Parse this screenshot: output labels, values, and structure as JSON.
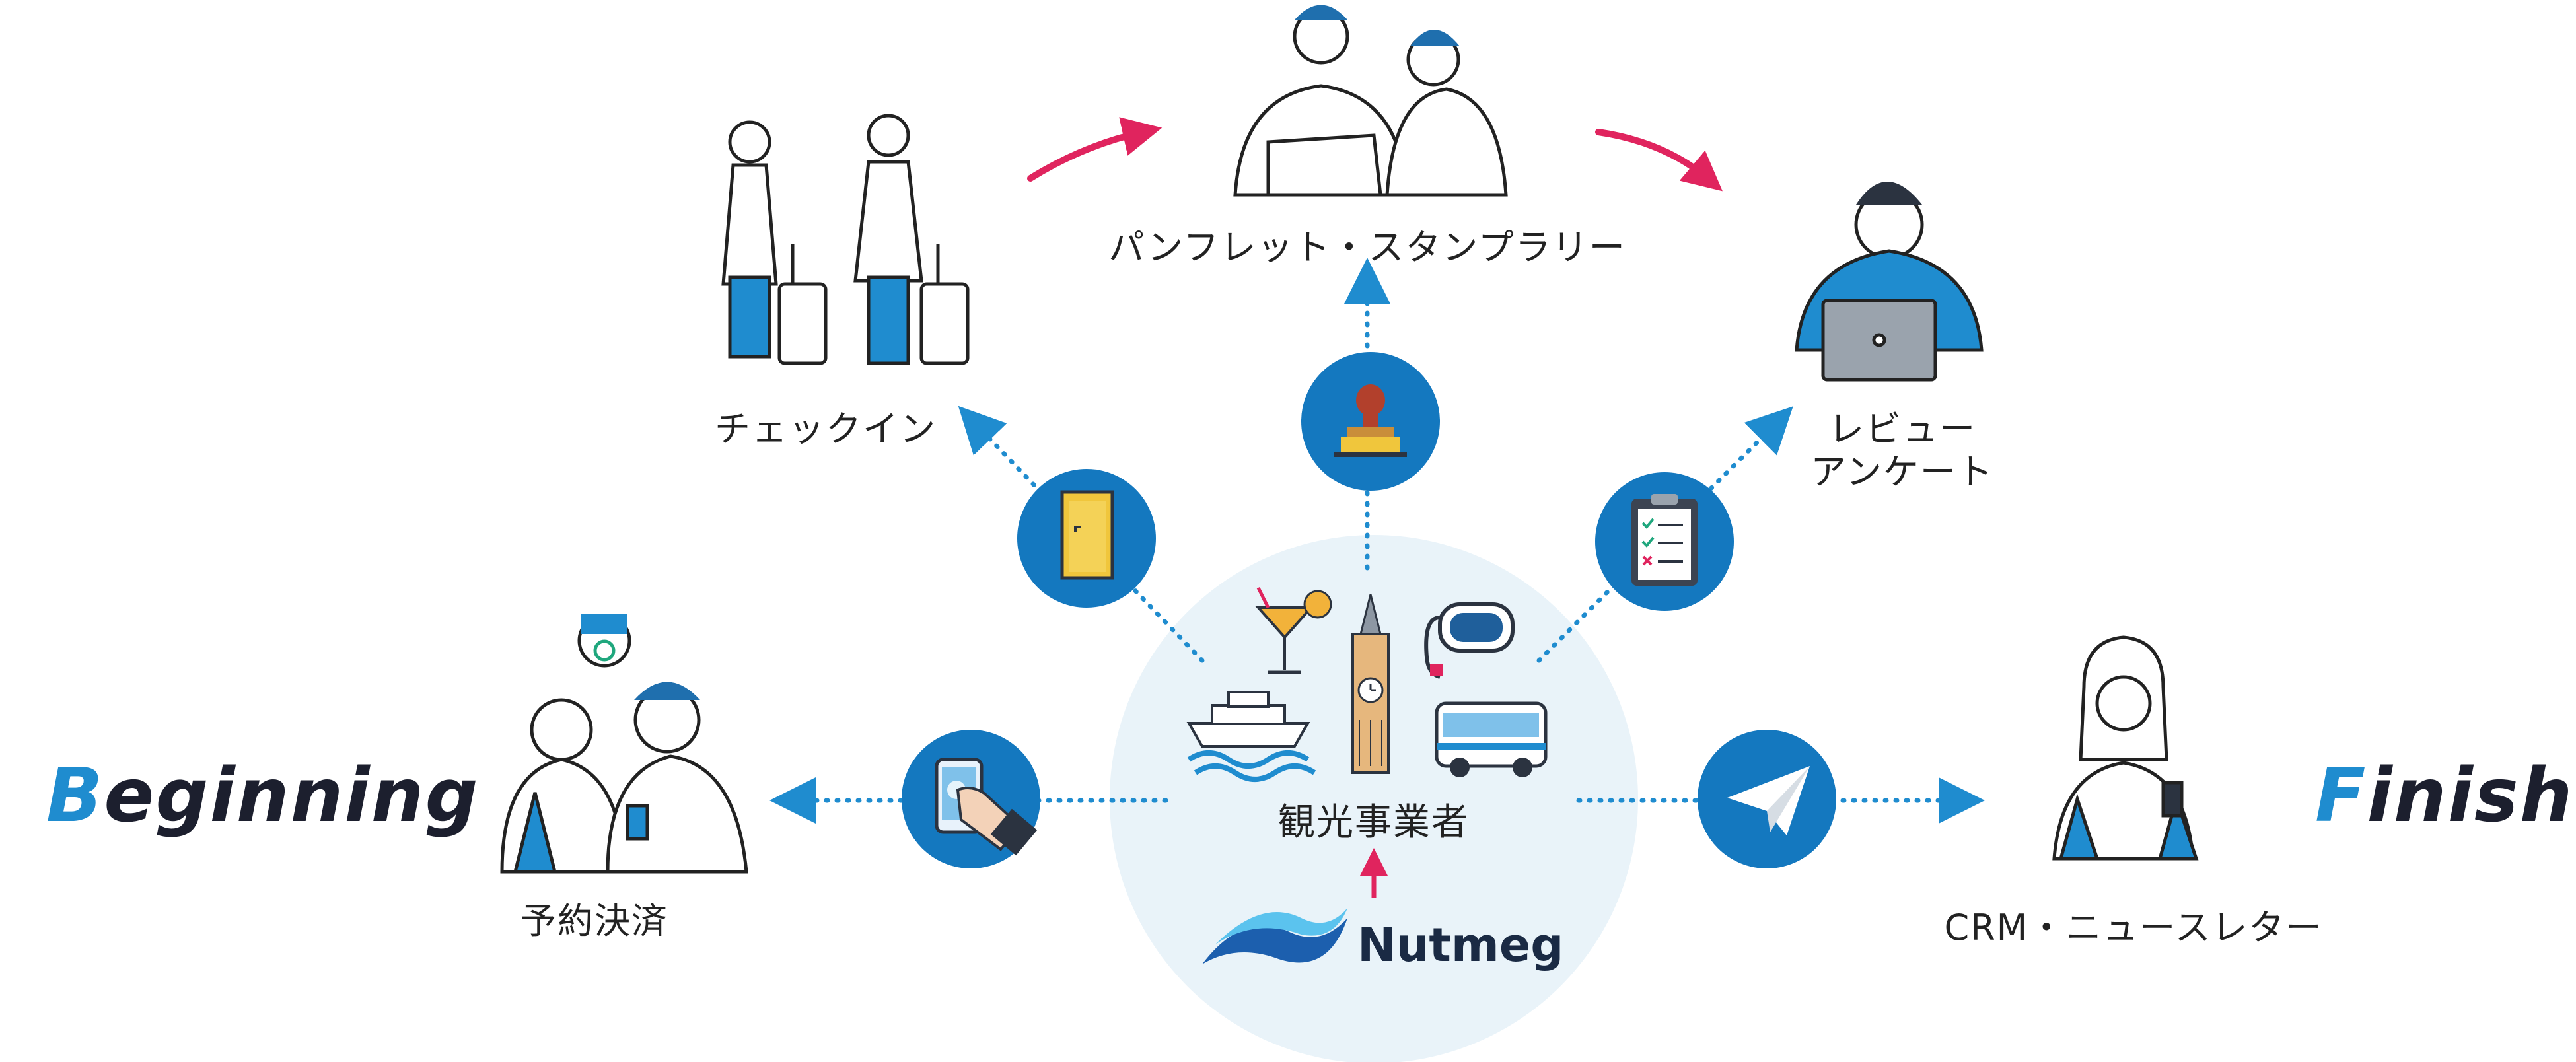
{
  "stages": {
    "beginning": {
      "first": "B",
      "rest": "eginning"
    },
    "finish": {
      "first": "F",
      "rest": "inish"
    }
  },
  "steps": {
    "reservation": "予約決済",
    "checkin": "チェックイン",
    "pamphlet": "パンフレット・スタンプラリー",
    "review_line1": "レビュー",
    "review_line2": "アンケート",
    "crm": "CRM・ニュースレター"
  },
  "center": {
    "label": "観光事業者",
    "brand": "Nutmeg"
  },
  "colors": {
    "accent_blue": "#1f8ccf",
    "arrow_red": "#e0245e",
    "center_bg": "#e9f3f9",
    "dark_text": "#1c1f2e"
  },
  "icons": [
    "tablet-touch-icon",
    "door-icon",
    "stamp-icon",
    "clipboard-checklist-icon",
    "paper-plane-icon",
    "nutmeg-logo-icon"
  ]
}
